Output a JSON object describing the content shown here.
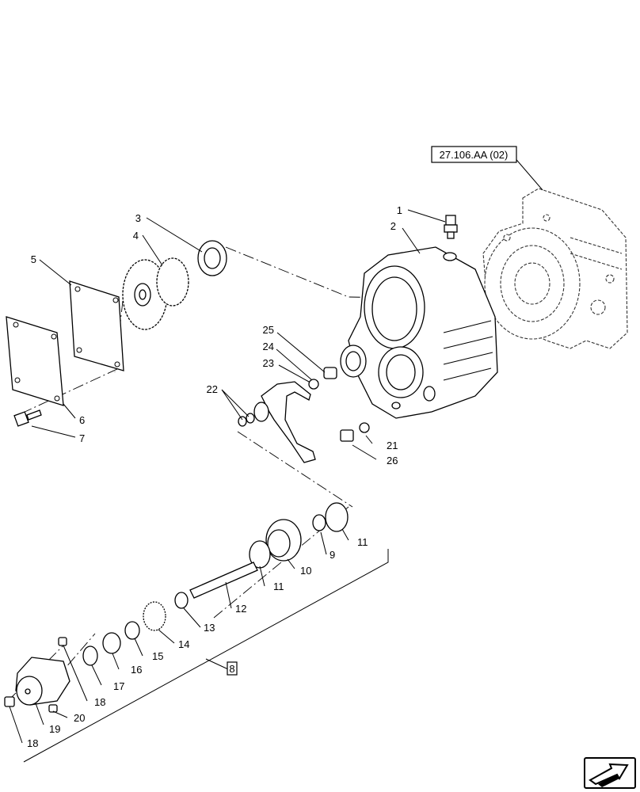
{
  "reference_box": "27.106.AA (02)",
  "kit_box": "8",
  "callouts": {
    "c1": "1",
    "c2": "2",
    "c3": "3",
    "c4": "4",
    "c5": "5",
    "c6": "6",
    "c7": "7",
    "c9": "9",
    "c10": "10",
    "c11a": "11",
    "c11b": "11",
    "c12": "12",
    "c13": "13",
    "c14": "14",
    "c15": "15",
    "c16": "16",
    "c17": "17",
    "c18a": "18",
    "c18b": "18",
    "c19": "19",
    "c20": "20",
    "c21": "21",
    "c22": "22",
    "c23": "23",
    "c24": "24",
    "c25": "25",
    "c26": "26"
  },
  "icons": {
    "nav": "arrow-next-icon"
  }
}
